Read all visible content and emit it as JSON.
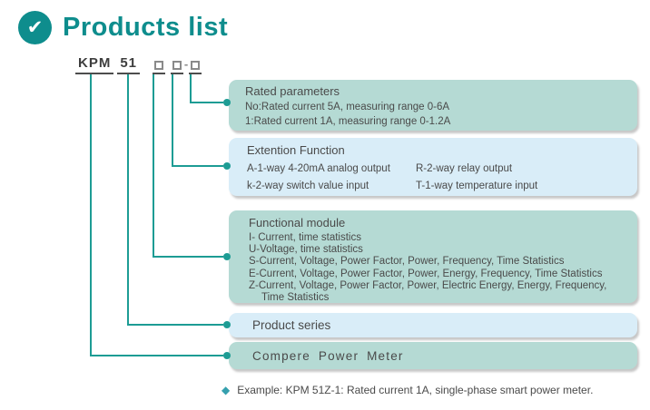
{
  "colors": {
    "accent_teal": "#0E8D8D",
    "connector_teal": "#1D9C94",
    "callout_teal_bg": "#B5DAD4",
    "callout_blue_bg": "#D9EDF8",
    "text_gray": "#4A4A4A",
    "diamond_teal": "#35A0AE"
  },
  "icons": {
    "check": "✔",
    "diamond": "◆"
  },
  "header": {
    "title": "Products list"
  },
  "model_code": {
    "brand": "KPM",
    "series": "51",
    "dash": "-"
  },
  "callouts": [
    {
      "id": "rated-parameters",
      "title": "Rated parameters",
      "lines": [
        "No:Rated current 5A, measuring range 0-6A",
        "1:Rated current 1A, measuring range 0-1.2A"
      ]
    },
    {
      "id": "extention-function",
      "title": "Extention Function",
      "columns": [
        [
          "A-1-way 4-20mA analog output",
          "k-2-way switch value input"
        ],
        [
          "R-2-way relay output",
          "T-1-way temperature input"
        ]
      ]
    },
    {
      "id": "functional-module",
      "title": "Functional module",
      "lines": [
        "I- Current, time statistics",
        "U-Voltage, time statistics",
        "S-Current, Voltage, Power Factor, Power, Frequency, Time Statistics",
        "E-Current, Voltage, Power Factor, Power, Energy, Frequency, Time Statistics",
        "Z-Current, Voltage, Power Factor, Power, Electric Energy, Energy, Frequency,",
        "Time Statistics"
      ]
    },
    {
      "id": "product-series",
      "title": "Product series"
    },
    {
      "id": "compere-power-meter",
      "title": "Compere Power Meter"
    }
  ],
  "example": {
    "text": "Example: KPM 51Z-1: Rated current 1A, single-phase smart power meter."
  }
}
